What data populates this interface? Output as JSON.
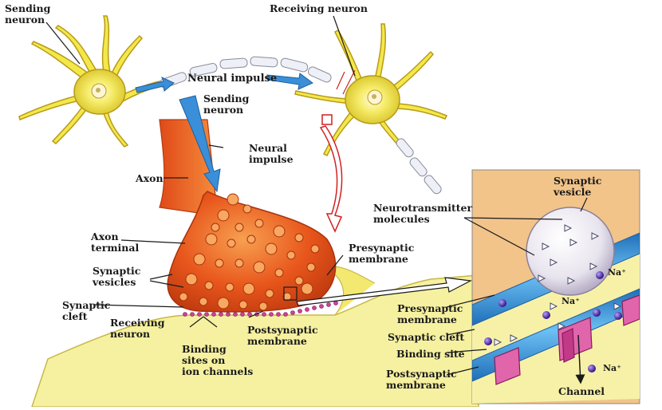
{
  "labels": {
    "sending_neuron_top": "Sending\nneuron",
    "receiving_neuron_top": "Receiving neuron",
    "neural_impulse_top": "Neural impulse",
    "sending_neuron_mid": "Sending\nneuron",
    "neural_impulse_mid": "Neural\nimpulse",
    "axon": "Axon",
    "axon_terminal": "Axon\nterminal",
    "synaptic_vesicles": "Synaptic\nvesicles",
    "synaptic_cleft_left": "Synaptic\ncleft",
    "receiving_neuron_bottom": "Receiving\nneuron",
    "binding_sites": "Binding\nsites on\nion channels",
    "postsynaptic_membrane_mid": "Postsynaptic\nmembrane",
    "presynaptic_membrane_mid": "Presynaptic\nmembrane",
    "neurotransmitter_molecules": "Neurotransmitter\nmolecules",
    "synaptic_vesicle_inset": "Synaptic\nvesicle",
    "presynaptic_membrane_inset": "Presynaptic\nmembrane",
    "synaptic_cleft_inset": "Synaptic cleft",
    "binding_site_inset": "Binding site",
    "postsynaptic_membrane_inset": "Postsynaptic\nmembrane",
    "channel": "Channel",
    "na1": "Na⁺",
    "na2": "Na⁺",
    "na3": "Na⁺"
  },
  "colors": {
    "neuron_yellow": "#f3e84a",
    "neuron_outline": "#b8a020",
    "axon_orange": "#e8561c",
    "axon_light": "#f79a4a",
    "impulse_blue": "#3a8fd8",
    "inset_bg": "#f2c48a",
    "membrane_blue": "#2f8fd8",
    "receiving_yellow": "#f6f1a0",
    "ion_purple": "#4a2a9a",
    "channel_pink": "#d94a9a"
  }
}
